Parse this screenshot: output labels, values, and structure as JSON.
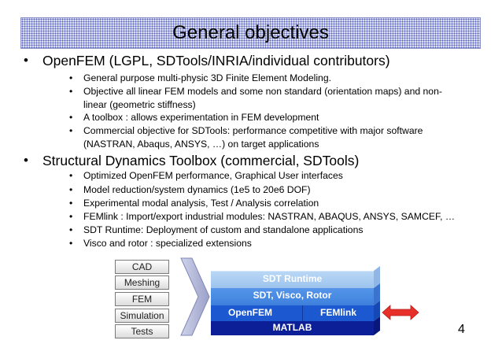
{
  "slide": {
    "title": "General objectives",
    "page_number": "4"
  },
  "bullets": [
    {
      "text": "OpenFEM (LGPL, SDTools/INRIA/individual contributors)",
      "sub": [
        "General purpose multi-physic 3D Finite Element Modeling.",
        "Objective all linear FEM models and some non standard (orientation maps) and non-\nlinear (geometric stiffness)",
        "A toolbox : allows experimentation in FEM development",
        "Commercial objective for SDTools: performance competitive with major software\n(NASTRAN, Abaqus, ANSYS, …) on target applications"
      ]
    },
    {
      "text": "Structural Dynamics Toolbox (commercial, SDTools)",
      "sub": [
        "Optimized OpenFEM performance, Graphical User interfaces",
        "Model reduction/system dynamics (1e5 to 20e6 DOF)",
        "Experimental modal analysis, Test / Analysis correlation",
        "FEMlink : Import/export industrial modules: NASTRAN, ABAQUS, ANSYS, SAMCEF, …",
        "SDT Runtime: Deployment of custom and standalone applications",
        "Visco and rotor : specialized extensions"
      ]
    }
  ],
  "diagram": {
    "left_stack": [
      "CAD",
      "Meshing",
      "FEM",
      "Simulation",
      "Tests"
    ],
    "layers": {
      "runtime": "SDT Runtime",
      "sdt": "SDT, Visco, Rotor",
      "openfem": "OpenFEM",
      "femlink": "FEMlink",
      "matlab": "MATLAB"
    },
    "colors": {
      "runtime": "#a9cdf2",
      "sdt": "#4a8ae3",
      "openfem": "#1c58d0",
      "matlab": "#0d1f96",
      "arrow": "#e8302a"
    }
  }
}
